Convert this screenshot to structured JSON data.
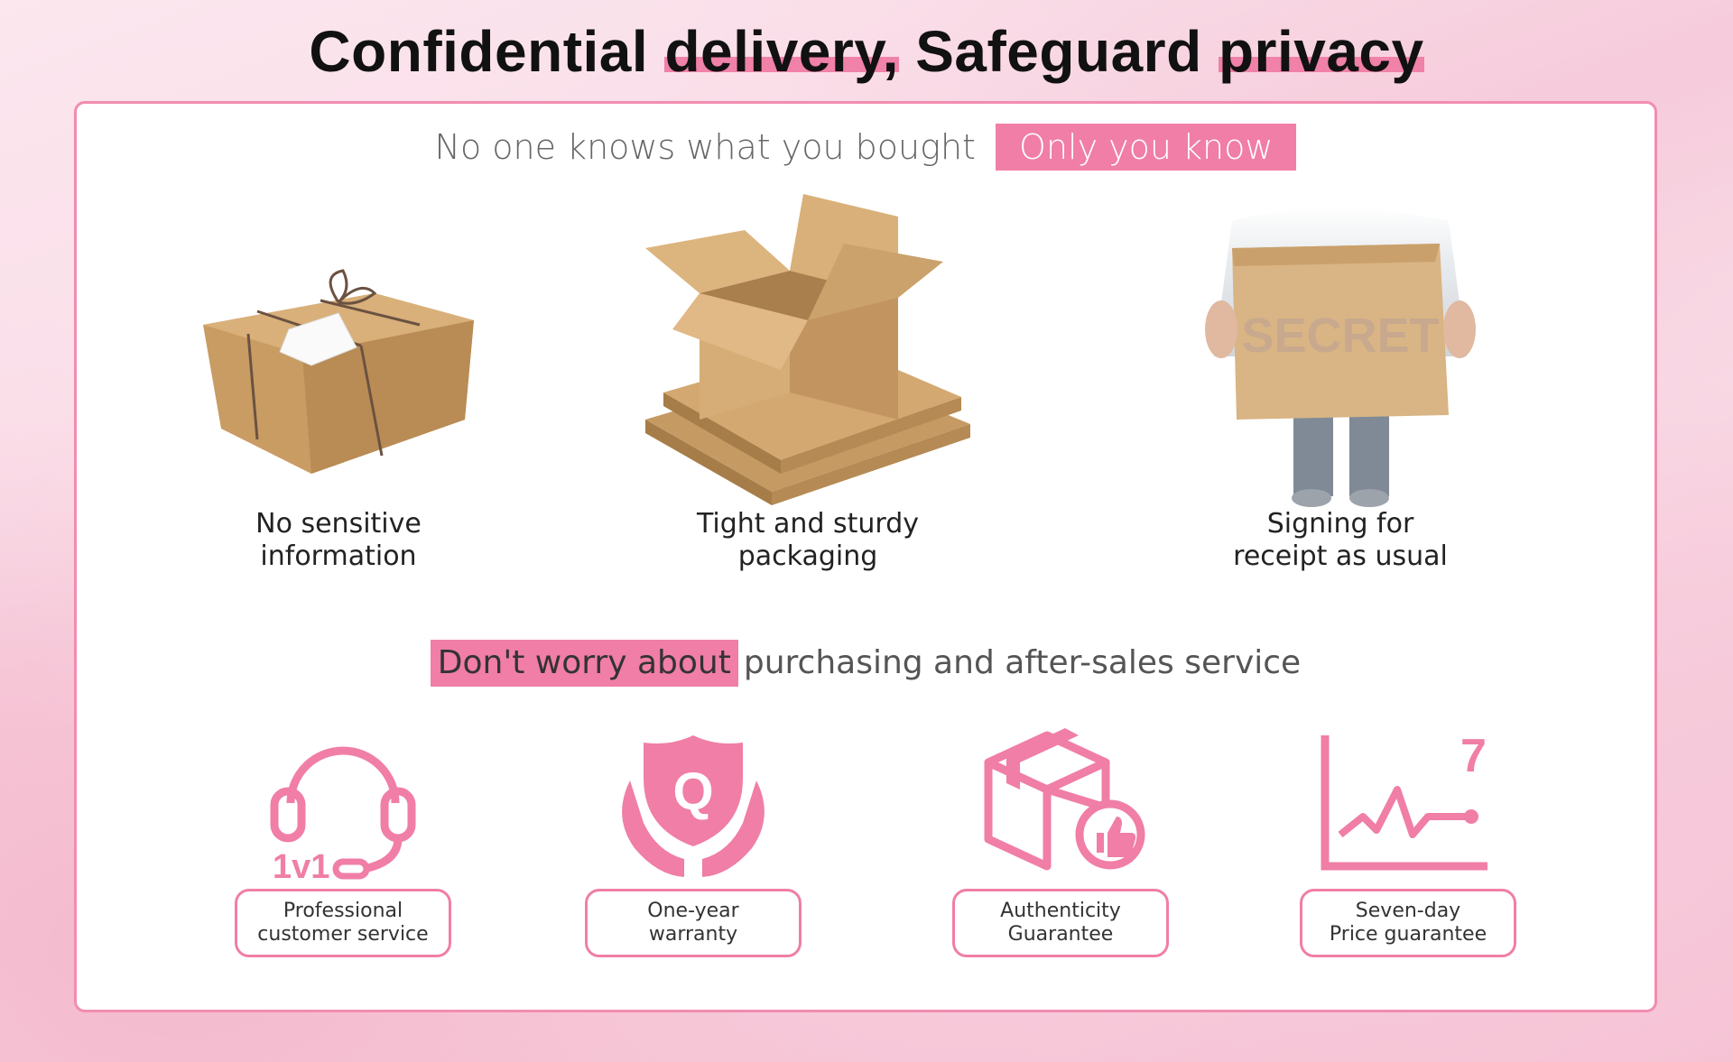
{
  "headline": {
    "part1": "Confidential ",
    "hl1": "delivery,",
    "part2": " Safeguard ",
    "hl2": "privacy"
  },
  "sub1": {
    "text": "No one knows what you bought",
    "tag": "Only you know"
  },
  "features": [
    {
      "line1": "No sensitive",
      "line2": "information",
      "icon": "wrapped-parcel"
    },
    {
      "line1": "Tight and sturdy",
      "line2": "packaging",
      "icon": "cardboard-boxes"
    },
    {
      "line1": "Signing for",
      "line2": "receipt as usual",
      "icon": "person-holding-box"
    }
  ],
  "box_stamp": "SECRET",
  "sub2": {
    "tag": "Don't worry about",
    "text": "purchasing and after-sales service"
  },
  "services": [
    {
      "line1": "Professional",
      "line2": "customer service",
      "icon": "headset-icon",
      "badge": "1v1"
    },
    {
      "line1": "One-year",
      "line2": "warranty",
      "icon": "shield-hands-icon",
      "badge": "Q"
    },
    {
      "line1": "Authenticity",
      "line2": "Guarantee",
      "icon": "box-thumbs-up-icon"
    },
    {
      "line1": "Seven-day",
      "line2": "Price guarantee",
      "icon": "price-chart-icon",
      "badge": "7"
    }
  ],
  "colors": {
    "accent": "#f07ea6",
    "border": "#f18db0",
    "cardboard": "#c9a06b"
  }
}
